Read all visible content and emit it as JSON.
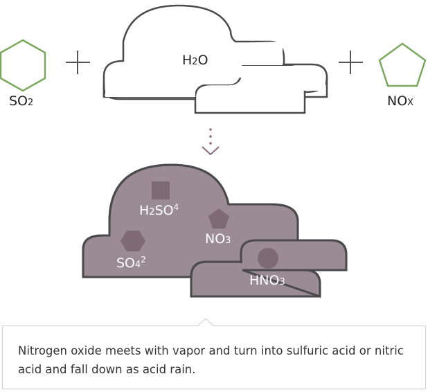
{
  "reactants": {
    "so2": {
      "main": "SO",
      "sub": "2"
    },
    "h2o": {
      "a": "H",
      "sub": "2",
      "b": "O"
    },
    "nox": {
      "main": "NO",
      "sub": "X"
    }
  },
  "products": {
    "h2so4": {
      "a": "H",
      "sub1": "2",
      "b": "SO",
      "sup": "4"
    },
    "no3": {
      "main": "NO",
      "sub": "3"
    },
    "so42": {
      "main": "SO",
      "sub": "4",
      "sup": "2"
    },
    "hno3": {
      "main": "HNO",
      "sub": "3"
    }
  },
  "caption": "Nitrogen oxide meets with vapor and turn into sulfuric acid or nitric acid and fall down as acid rain.",
  "colors": {
    "hexagon_outline": "#7aa85f",
    "cloud_fill": "#9b8b93",
    "cloud_stroke": "#4a4a4a",
    "shape_fill": "#7e6a73",
    "arrow": "#8a6a7a"
  }
}
